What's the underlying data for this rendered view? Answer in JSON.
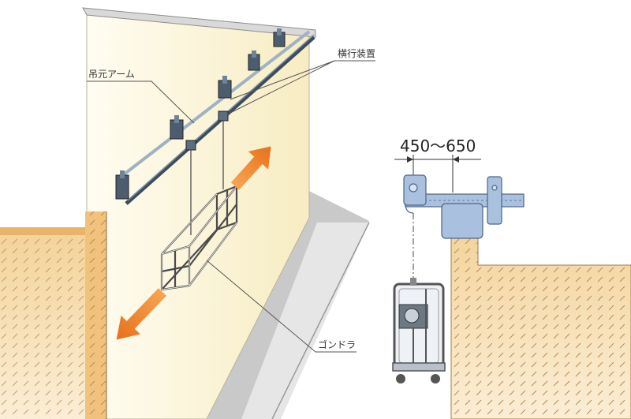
{
  "labels": {
    "arm": "吊元アーム",
    "traverse": "横行装置",
    "gondola": "ゴンドラ",
    "dimension": "450～650"
  },
  "colors": {
    "wall": "#fbf3d6",
    "arrow": "#ee7d1f",
    "rail": "#3d4c5c",
    "arm_section": "#a9c1df",
    "soil": "#f2d9a8",
    "ground": "#c9c9c9"
  }
}
